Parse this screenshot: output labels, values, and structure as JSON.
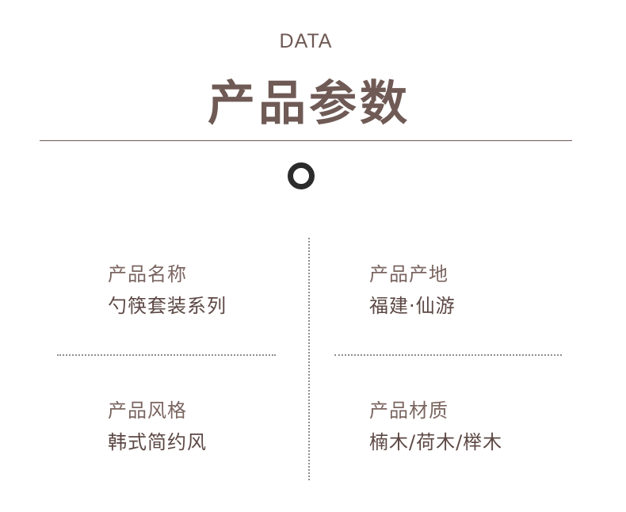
{
  "header": {
    "eyebrow": "DATA",
    "title": "产品参数"
  },
  "params": [
    {
      "label": "产品名称",
      "value": "勺筷套装系列"
    },
    {
      "label": "产品产地",
      "value": "福建·仙游"
    },
    {
      "label": "产品风格",
      "value": "韩式简约风"
    },
    {
      "label": "产品材质",
      "value": "楠木/荷木/榉木"
    }
  ],
  "colors": {
    "text": "#6f5a55",
    "ring": "#2b2b2b",
    "dash": "#8f8f8f"
  }
}
